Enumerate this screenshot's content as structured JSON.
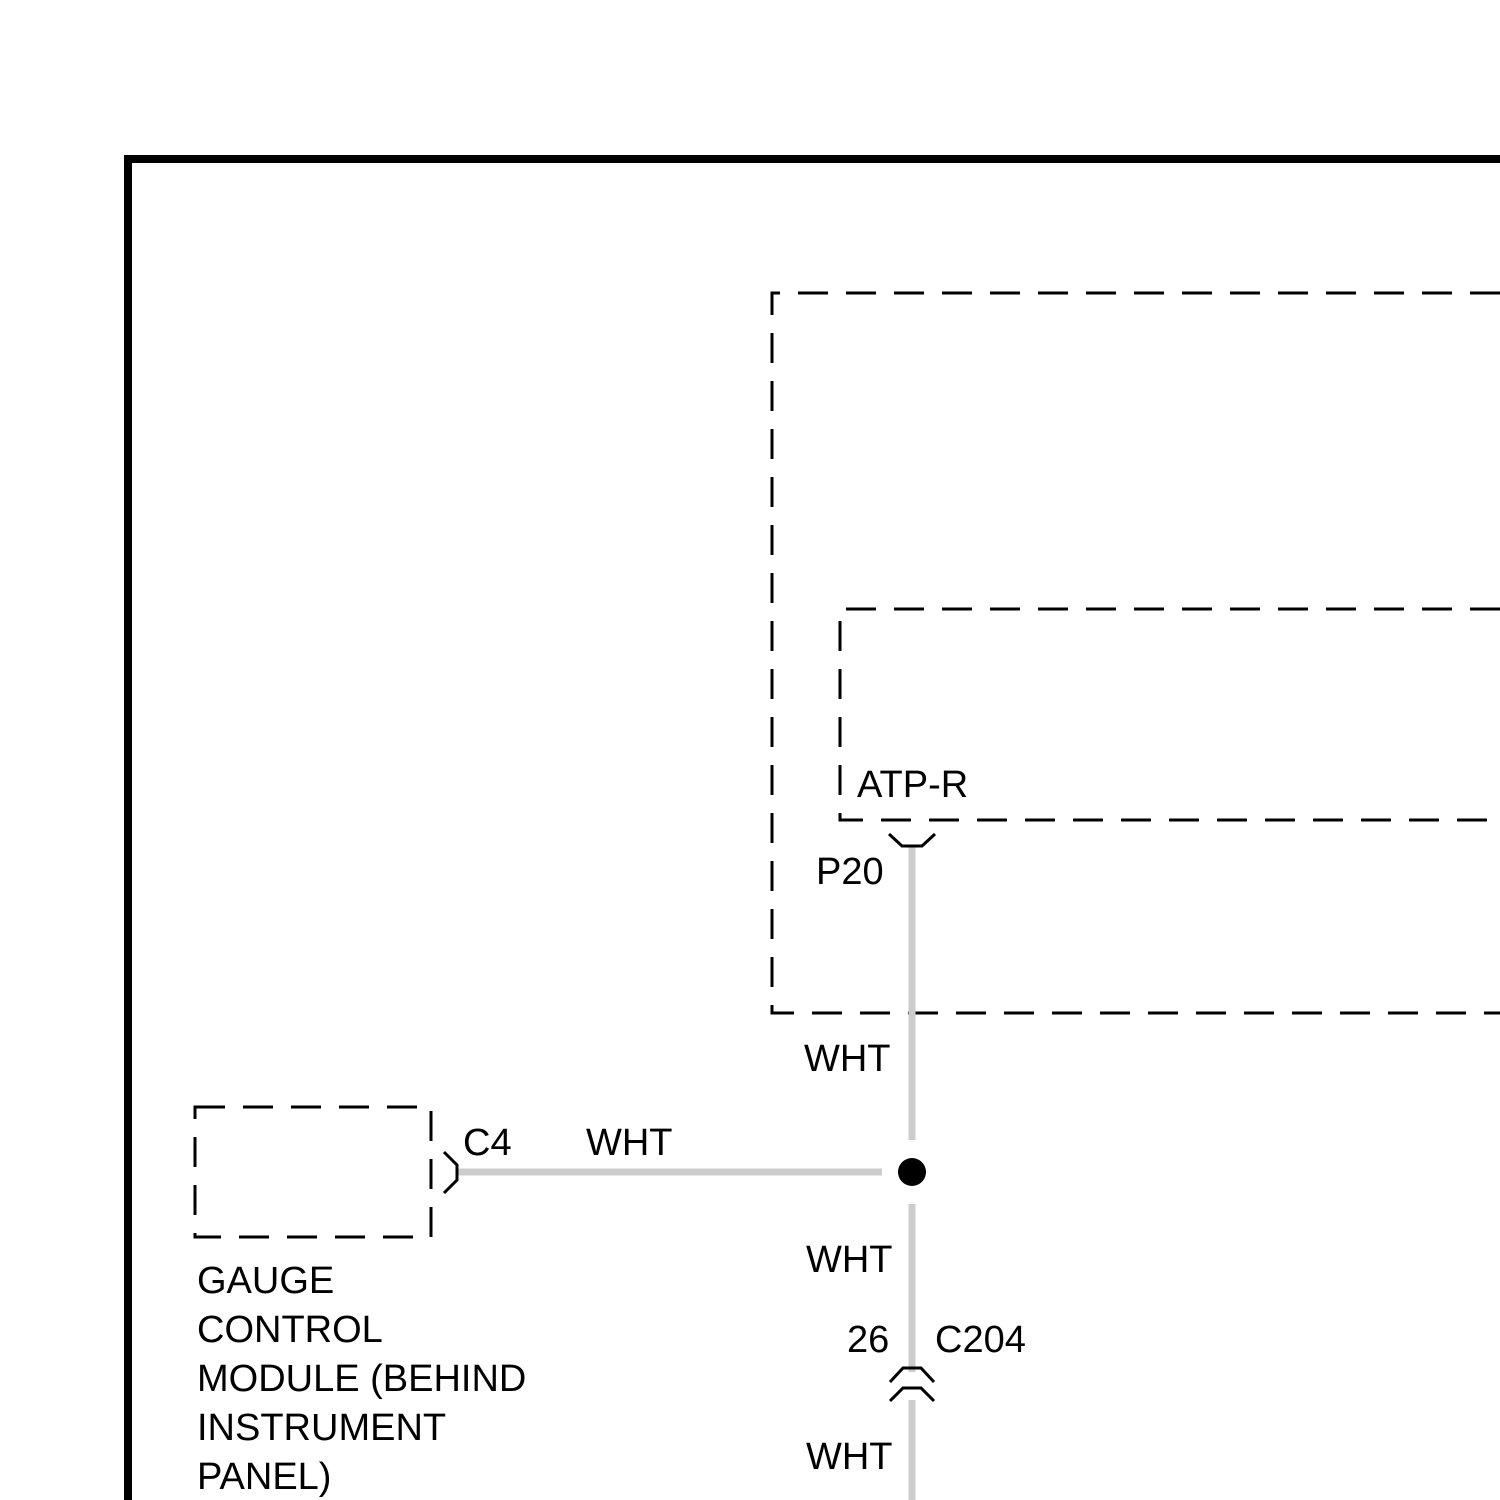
{
  "colors": {
    "background": "#ffffff",
    "line": "#000000",
    "wire": "#cccccc"
  },
  "labels": {
    "atp_pin": "ATP-R",
    "p20_connector": "P20",
    "wire_upper": "WHT",
    "c4_connector": "C4",
    "wire_left": "WHT",
    "wire_mid": "WHT",
    "c204_pin": "26",
    "c204_connector": "C204",
    "wire_lower": "WHT"
  },
  "module": {
    "name_lines": [
      "GAUGE",
      "CONTROL",
      "MODULE (BEHIND",
      "INSTRUMENT",
      "PANEL)"
    ]
  }
}
